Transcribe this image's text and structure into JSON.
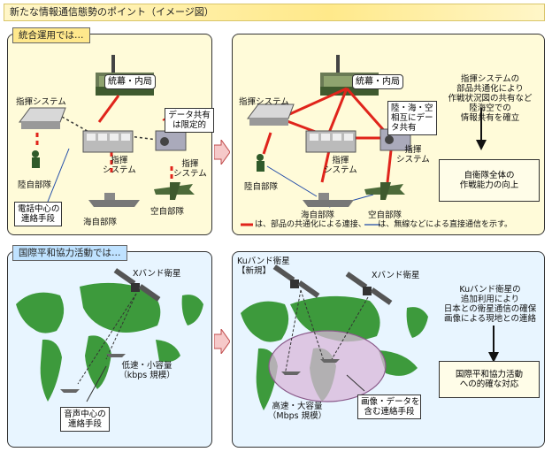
{
  "title": "新たな情報通信態勢のポイント（イメージ図）",
  "sections": {
    "joint": "統合運用では…",
    "peace": "国際平和協力活動では…"
  },
  "joint_left": {
    "hq": "統幕・内局",
    "cmd_system_top": "指揮システム",
    "cmd_system_mid": "指揮\nシステム",
    "cmd_system_right": "指揮\nシステム",
    "gsdf": "陸自部隊",
    "msdf": "海自部隊",
    "asdf": "空自部隊",
    "phone_note": "電話中心の\n連絡手段",
    "data_note": "データ共有\nは限定的"
  },
  "joint_right": {
    "hq": "統幕・内局",
    "cmd_system_top": "指揮システム",
    "cmd_system_mid": "指揮\nシステム",
    "cmd_system_right": "指揮\nシステム",
    "gsdf": "陸自部隊",
    "msdf": "海自部隊",
    "asdf": "空自部隊",
    "mutual_note": "陸・海・空\n相互にデー\nタ共有",
    "explain": "指揮システムの\n部品共通化により\n作戦状況図の共有など\n陸海空での\n情報共有を確立",
    "result": "自衛隊全体の\n作戦能力の向上",
    "legend": "は、部品の共通化による連接、　　は、無線などによる直接通信を示す。"
  },
  "peace_left": {
    "satellite": "Xバンド衛星",
    "low_speed": "低速・小容量\n（kbps 規模）",
    "voice_note": "音声中心の\n連絡手段"
  },
  "peace_right": {
    "ku_satellite": "Kuバンド衛星\n【新規】",
    "x_satellite": "Xバンド衛星",
    "high_speed": "高速・大容量\n（Mbps 規模）",
    "image_note": "画像・データを\n含む連絡手段",
    "explain": "Kuバンド衛星の\n追加利用により\n日本との衛星通信の確保\n画像による現地との連絡",
    "result": "国際平和協力活動\nへの的確な対応"
  },
  "colors": {
    "link_red": "#e0241b",
    "radio_blue": "#1f4aa8",
    "panel_yellow": "#fffbd9",
    "panel_blue": "#e8f5ff",
    "land": "#3d9a3c",
    "sea_ellipse": "#d9b7d9"
  }
}
